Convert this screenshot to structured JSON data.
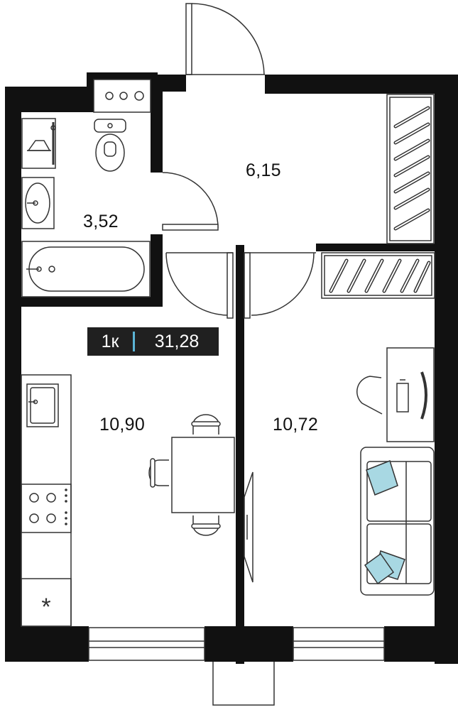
{
  "rooms": {
    "hall": {
      "area": "6,15"
    },
    "bathroom": {
      "area": "3,52"
    },
    "kitchen": {
      "area": "10,90"
    },
    "living": {
      "area": "10,72"
    }
  },
  "badge": {
    "room_count": "1к",
    "total_area": "31,28"
  },
  "fridge_symbol": "*",
  "colors": {
    "wall": "#111111",
    "line": "#333333",
    "pillow": "#a8d8e3",
    "badge_bg": "#202020",
    "badge_accent": "#5bb4d6"
  }
}
